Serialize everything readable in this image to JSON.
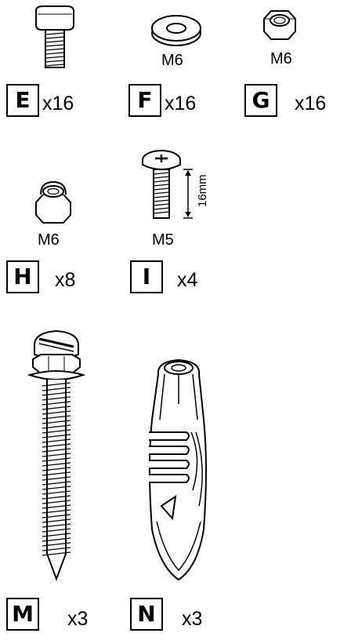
{
  "parts": [
    {
      "letter": "E",
      "qty": "x16",
      "size": ""
    },
    {
      "letter": "F",
      "qty": "x16",
      "size": "M6"
    },
    {
      "letter": "G",
      "qty": "x16",
      "size": "M6"
    },
    {
      "letter": "H",
      "qty": "x8",
      "size": "M6"
    },
    {
      "letter": "I",
      "qty": "x4",
      "size": "M5",
      "length": "16mm"
    },
    {
      "letter": "M",
      "qty": "x3",
      "size": ""
    },
    {
      "letter": "N",
      "qty": "x3",
      "size": ""
    }
  ],
  "icons": {
    "E": "hex-bolt-icon",
    "F": "washer-icon",
    "G": "hex-nut-icon",
    "H": "lock-nut-icon",
    "I": "phillips-machine-screw-icon",
    "M": "lag-screw-icon",
    "N": "wall-anchor-icon"
  }
}
